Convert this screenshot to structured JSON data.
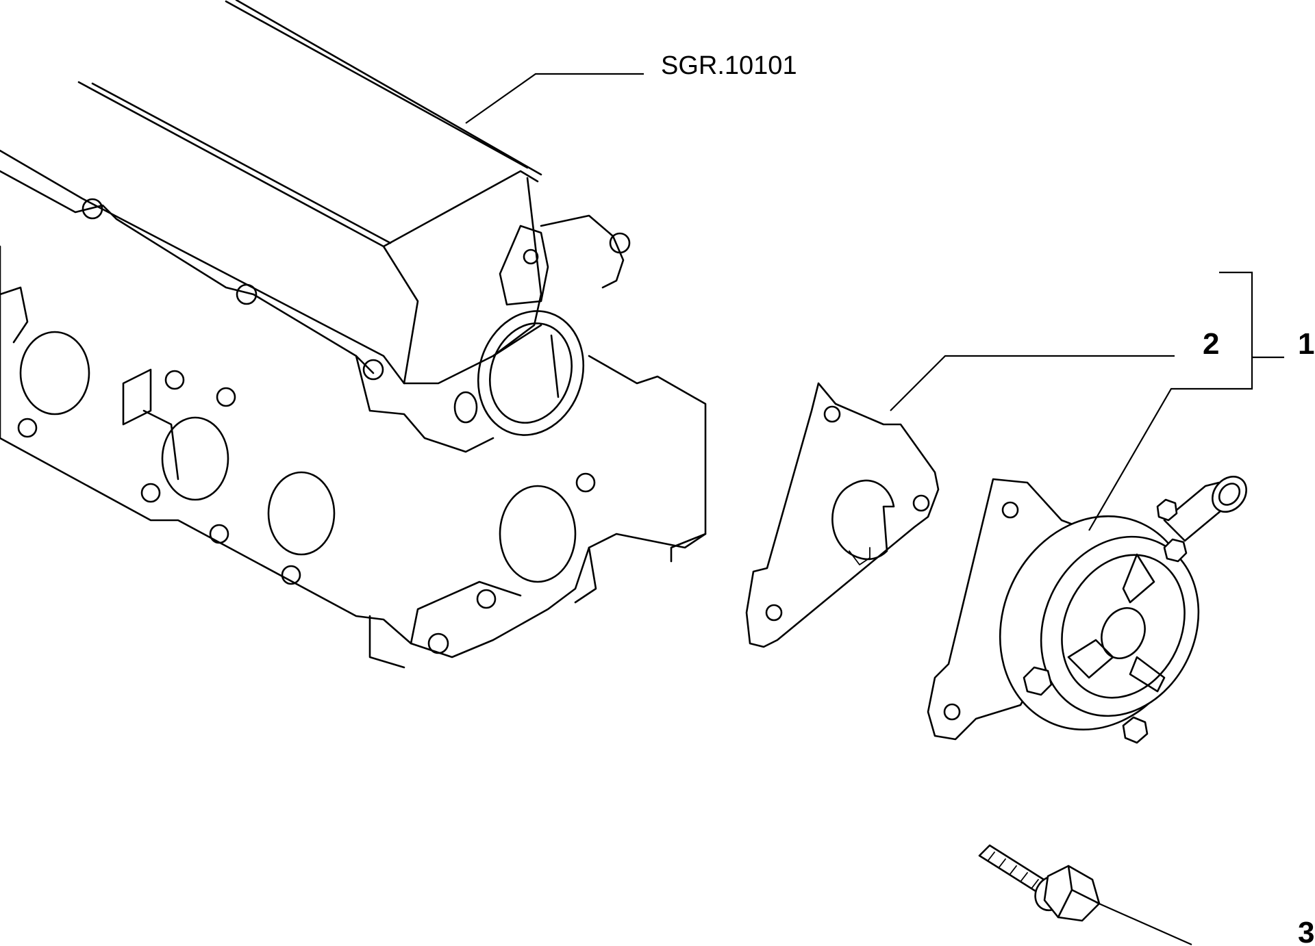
{
  "reference_label": "SGR.10101",
  "parts": [
    {
      "number": "1"
    },
    {
      "number": "2"
    },
    {
      "number": "3"
    }
  ]
}
